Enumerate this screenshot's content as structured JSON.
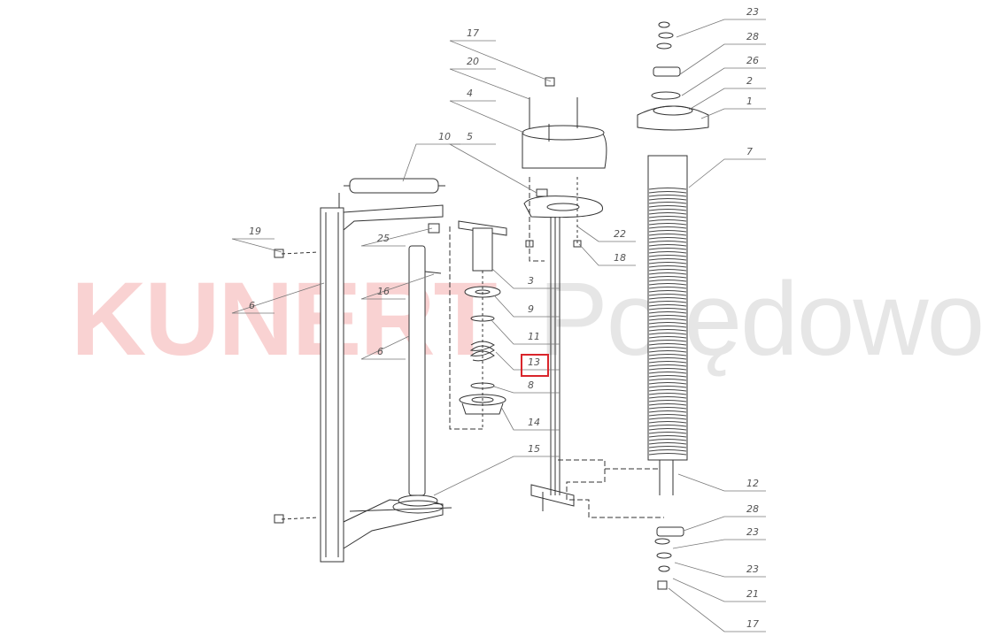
{
  "watermark": {
    "brand": "KUNERT",
    "place": "Polędowo"
  },
  "highlighted_callout": "13",
  "highlight_color": "#d9252b",
  "callouts": [
    "17",
    "20",
    "4",
    "5",
    "10",
    "19",
    "25",
    "16",
    "6",
    "6",
    "3",
    "9",
    "11",
    "13",
    "8",
    "14",
    "15",
    "22",
    "18",
    "23",
    "28",
    "26",
    "2",
    "1",
    "7",
    "12",
    "28",
    "23",
    "23",
    "21",
    "17"
  ]
}
